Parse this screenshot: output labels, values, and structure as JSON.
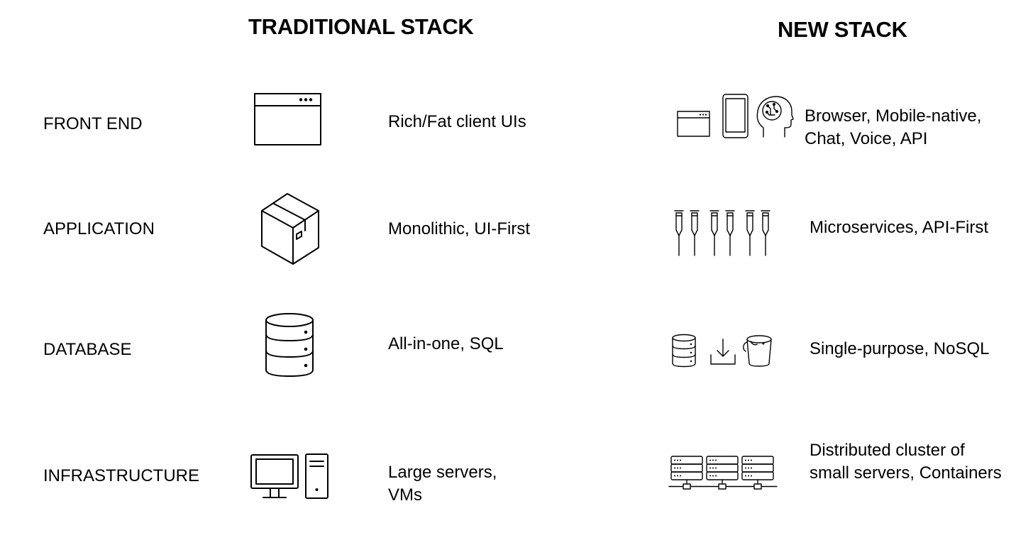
{
  "headings": {
    "traditional": "TRADITIONAL STACK",
    "new": "NEW STACK"
  },
  "rows": [
    {
      "layer": "FRONT END",
      "traditional": {
        "icons": [
          "browser-window-icon"
        ],
        "lines": [
          "Rich/Fat client UIs"
        ]
      },
      "new": {
        "icons": [
          "browser-window-icon",
          "mobile-phone-icon",
          "ai-head-icon"
        ],
        "lines": [
          "Browser, Mobile-native,",
          "Chat, Voice, API"
        ]
      }
    },
    {
      "layer": "APPLICATION",
      "traditional": {
        "icons": [
          "box-icon"
        ],
        "lines": [
          "Monolithic, UI-First"
        ]
      },
      "new": {
        "icons": [
          "container-pods-icon"
        ],
        "lines": [
          "Microservices, API-First"
        ]
      }
    },
    {
      "layer": "DATABASE",
      "traditional": {
        "icons": [
          "database-icon"
        ],
        "lines": [
          "All-in-one, SQL"
        ]
      },
      "new": {
        "icons": [
          "database-icon",
          "download-tray-icon",
          "bucket-icon"
        ],
        "lines": [
          "Single-purpose, NoSQL"
        ]
      }
    },
    {
      "layer": "INFRASTRUCTURE",
      "traditional": {
        "icons": [
          "desktop-computer-icon",
          "server-tower-icon"
        ],
        "lines": [
          "Large servers,",
          "VMs"
        ]
      },
      "new": {
        "icons": [
          "server-cluster-icon"
        ],
        "lines": [
          "Distributed cluster of",
          "small servers, Containers"
        ]
      }
    }
  ]
}
